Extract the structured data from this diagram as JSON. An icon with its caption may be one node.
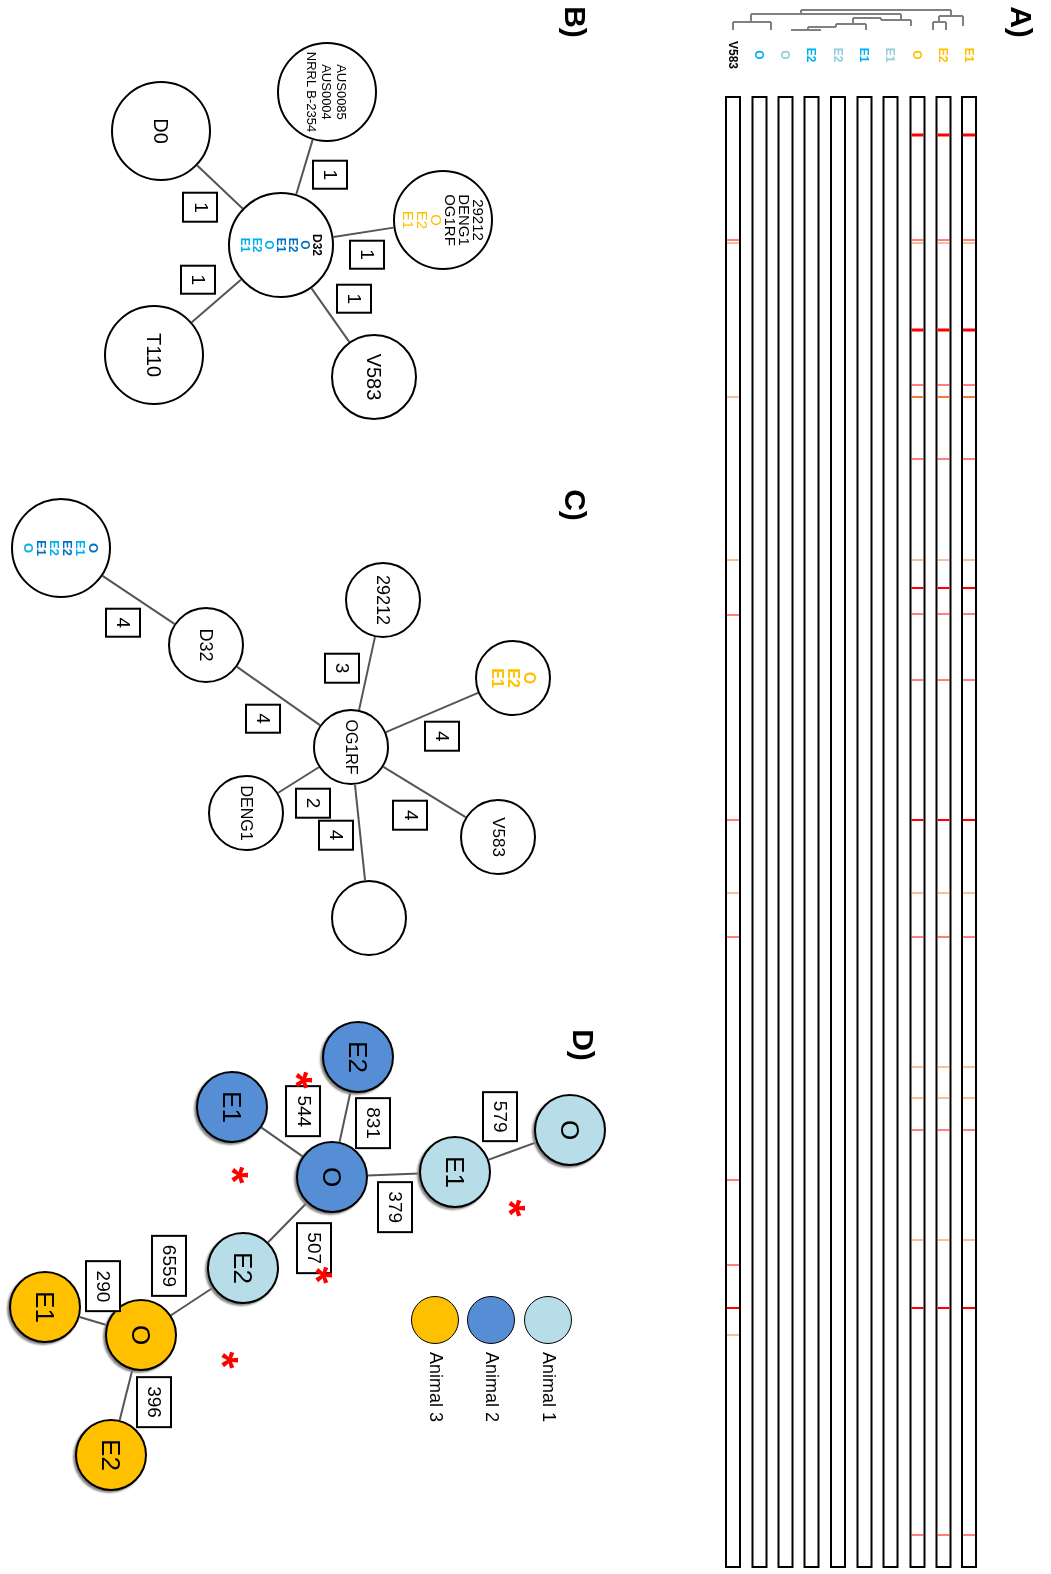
{
  "diagram": {
    "nodes": [
      {
        "text": [
          "D32",
          "O",
          "E2",
          "E1",
          "O",
          "E2",
          "E1"
        ]
      },
      {
        "text": [
          "29212",
          "DENG1",
          "OG1RF",
          "O",
          "E2",
          "E1"
        ]
      },
      {
        "text": [
          "AUS0085",
          "AUS0004",
          "NRRL B-2354"
        ]
      },
      {
        "text": [
          "D0"
        ]
      },
      {
        "text": [
          "T110"
        ]
      },
      {
        "text": [
          "V583"
        ]
      },
      {
        "text": [
          "O",
          "E1",
          "E2",
          "E2",
          "E1",
          "O"
        ]
      },
      {
        "text": [
          "D32"
        ]
      },
      {
        "text": [
          "29212"
        ]
      },
      {
        "text": [
          "O",
          "E2",
          "E1"
        ]
      },
      {
        "text": [
          "OG1RF"
        ]
      },
      {
        "text": [
          "DENG1"
        ]
      },
      {
        "text": [
          "V583"
        ]
      },
      {
        "text": [],
        "shape": "circle"
      },
      {
        "text": [
          "O"
        ]
      },
      {
        "text": [
          "E1"
        ]
      },
      {
        "text": [
          "E2"
        ]
      },
      {
        "text": [
          "E1"
        ]
      },
      {
        "text": [
          "O"
        ]
      },
      {
        "text": [
          "E2"
        ]
      },
      {
        "text": [
          "O"
        ]
      },
      {
        "text": [
          "E1"
        ]
      },
      {
        "text": [
          "E2"
        ]
      }
    ],
    "edges": [
      {
        "from": 2,
        "to": 0,
        "arrow": "none",
        "label": "1"
      },
      {
        "from": 3,
        "to": 0,
        "arrow": "none",
        "label": "1"
      },
      {
        "from": 1,
        "to": 0,
        "arrow": "none",
        "label": "1"
      },
      {
        "from": 5,
        "to": 0,
        "arrow": "none",
        "label": "1"
      },
      {
        "from": 4,
        "to": 0,
        "arrow": "none",
        "label": "1"
      },
      {
        "from": 6,
        "to": 7,
        "arrow": "none",
        "label": "4"
      },
      {
        "from": 7,
        "to": 10,
        "arrow": "none",
        "label": "4"
      },
      {
        "from": 8,
        "to": 10,
        "arrow": "none",
        "label": "3"
      },
      {
        "from": 9,
        "to": 10,
        "arrow": "none",
        "label": "4"
      },
      {
        "from": 11,
        "to": 10,
        "arrow": "none",
        "label": "2"
      },
      {
        "from": 12,
        "to": 10,
        "arrow": "none",
        "label": "4"
      },
      {
        "from": 13,
        "to": 10,
        "arrow": "none",
        "label": "4"
      },
      {
        "from": 14,
        "to": 15,
        "arrow": "none",
        "label": "579"
      },
      {
        "from": 15,
        "to": 18,
        "arrow": "none",
        "label": "379"
      },
      {
        "from": 16,
        "to": 18,
        "arrow": "none",
        "label": "831"
      },
      {
        "from": 17,
        "to": 18,
        "arrow": "none",
        "label": "544"
      },
      {
        "from": 18,
        "to": 19,
        "arrow": "none",
        "label": "507"
      },
      {
        "from": 19,
        "to": 20,
        "arrow": "none",
        "label": "6559"
      },
      {
        "from": 20,
        "to": 21,
        "arrow": "none",
        "label": "290"
      },
      {
        "from": 20,
        "to": 22,
        "arrow": "none",
        "label": "396"
      }
    ],
    "labels": [
      "A)",
      "E1",
      "E2",
      "O",
      "E1",
      "E1",
      "E2",
      "E2",
      "O",
      "O",
      "V583",
      "B)",
      "C)",
      "D)",
      "*",
      "*",
      "*",
      "*",
      "*"
    ],
    "legend": [
      {
        "text": "Animal 1",
        "color": "#b7dee8"
      },
      {
        "text": "Animal 2",
        "color": "#558ed5"
      },
      {
        "text": "Animal 3",
        "color": "#ffc000"
      }
    ]
  }
}
